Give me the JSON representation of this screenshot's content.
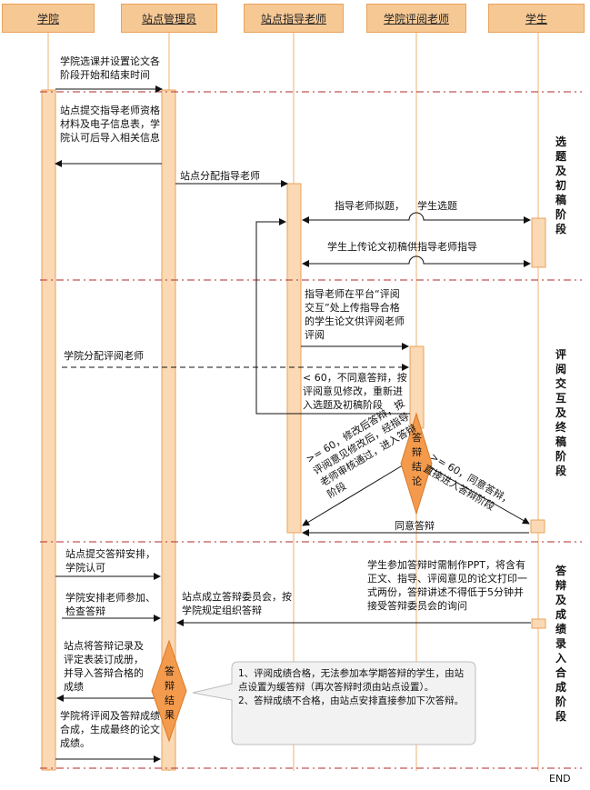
{
  "lanes": [
    "学院",
    "站点管理员",
    "站点指导老师",
    "学院评阅老师",
    "学生"
  ],
  "phases": [
    "选题及初稿阶段",
    "评阅交互及终稿阶段",
    "答辩及成绩录入合成阶段"
  ],
  "messages": {
    "m1": "学院选课并设置论文各阶段开始和结束时间",
    "m2": "站点提交指导老师资格材料及电子信息表，学院认可后导入相关信息",
    "m3": "站点分配指导老师",
    "m4": "指导老师拟题，    学生选题",
    "m5": "学生上传论文初稿供指导老师指导",
    "m6": "指导老师在平台“评阅交互”处上传指导合格的学生论文供评阅老师评阅",
    "m7": "学院分配评阅老师",
    "m8": "< 60，不同意答辩，按评阅意见修改，重新进入选题及初稿阶段",
    "m9": ">= 60，修改后答辩，按评阅意见修改后，经指导老师审核通过，进入答辩阶段",
    "m10": ">= 60，同意答辩，直接进入答辩阶段",
    "m11": "同意答辩",
    "m12": "站点提交答辩安排，学院认可",
    "m13": "学生参加答辩时需制作PPT，将含有正文、指导、评阅意见的论文打印一式两份，答辩讲述不得低于5分钟并接受答辩委员会的询问",
    "m14": "站点成立答辩委员会，按学院规定组织答辩",
    "m15": "学院安排老师参加、检查答辩",
    "m16": "站点将答辩记录及评定表装订成册，并导入答辩合格的成绩",
    "m17": "学院将评阅及答辩成绩合成，生成最终的论文成绩。"
  },
  "decisions": {
    "d1": "答辩结论",
    "d2": "答辩结果"
  },
  "callout": "1、评阅成绩合格，无法参加本学期答辩的学生，由站点设置为缓答辩（再次答辩时须由站点设置）。\n2、答辩成绩不合格，由站点安排直接参加下次答辩。",
  "end_label": "END",
  "colors": {
    "header_fill": "#f6c894",
    "header_border": "#e9a35b",
    "activation": "#fad9b4",
    "diamond": "#f39a4c",
    "phase_line": "#b52a2a"
  }
}
